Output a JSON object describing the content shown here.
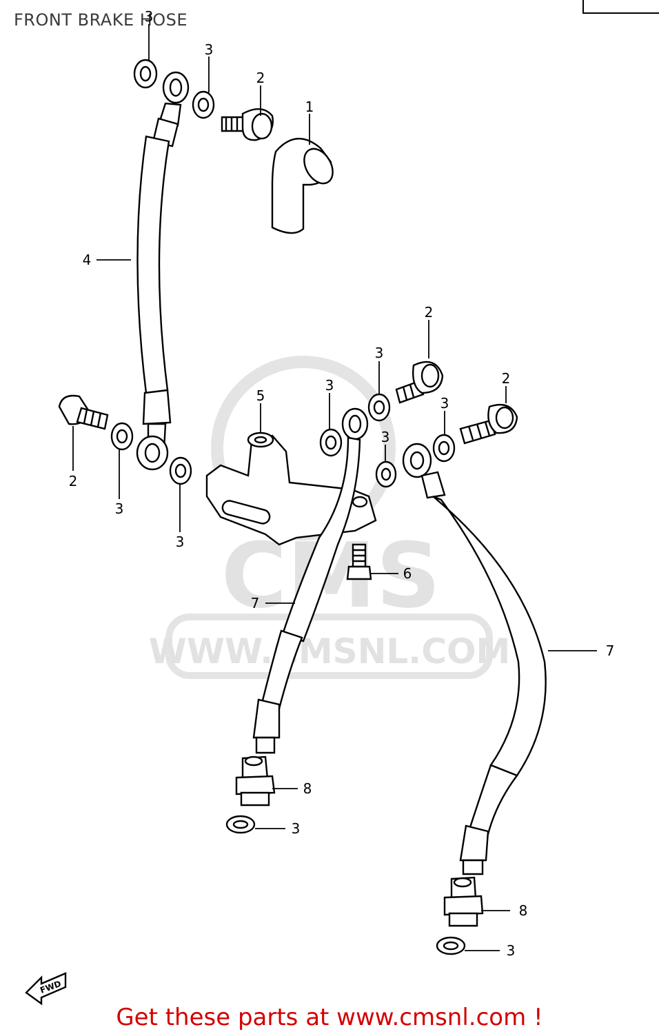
{
  "title": "FRONT BRAKE HOSE",
  "footer": "Get these parts at www.cmsnl.com !",
  "watermark": {
    "brand": "CMS",
    "url": "WWW.CMSNL.COM"
  },
  "fwd_label": "FWD",
  "callouts": {
    "c1": "1",
    "c2a": "2",
    "c2b": "2",
    "c2c": "2",
    "c2d": "2",
    "c3a": "3",
    "c3b": "3",
    "c3c": "3",
    "c3d": "3",
    "c3e": "3",
    "c3f": "3",
    "c3g": "3",
    "c3h": "3",
    "c3i": "3",
    "c3j": "3",
    "c4": "4",
    "c5": "5",
    "c6": "6",
    "c7a": "7",
    "c7b": "7",
    "c8a": "8",
    "c8b": "8"
  }
}
